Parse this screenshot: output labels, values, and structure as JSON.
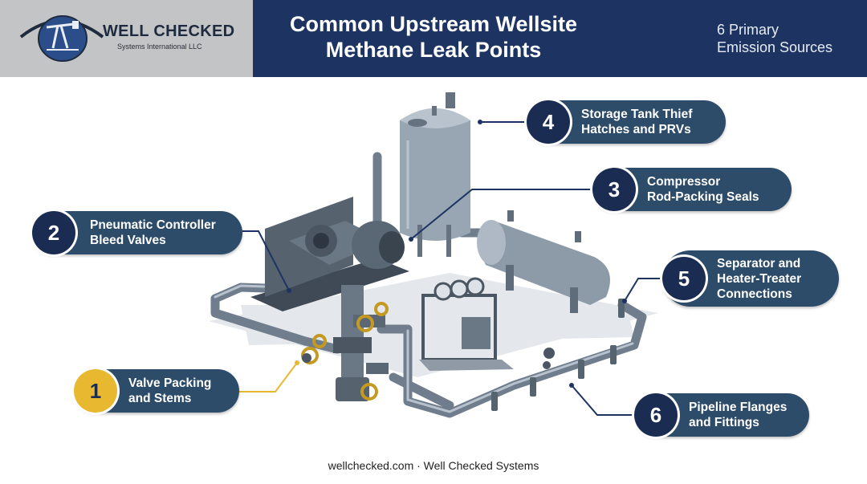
{
  "brand": {
    "name": "WELL CHECKED",
    "sub": "Systems International LLC"
  },
  "title": "Common Upstream Wellsite Methane Leak Points",
  "title_lines": [
    "Common Upstream Wellsite",
    "Methane Leak Points"
  ],
  "subtitle_lines": [
    "6 Primary",
    "Emission Sources"
  ],
  "callouts": [
    {
      "number": "1",
      "lines": [
        "Valve Packing",
        "and Stems"
      ]
    },
    {
      "number": "2",
      "lines": [
        "Pneumatic Controller",
        "Bleed Valves"
      ]
    },
    {
      "number": "3",
      "lines": [
        "Compressor",
        "Rod-Packing Seals"
      ]
    },
    {
      "number": "4",
      "lines": [
        "Storage Tank Thief",
        "Hatches and PRVs"
      ]
    },
    {
      "number": "5",
      "lines": [
        "Separator and",
        "Heater-Treater",
        "Connections"
      ]
    },
    {
      "number": "6",
      "lines": [
        "Pipeline Flanges",
        "and Fittings"
      ]
    }
  ],
  "footer": "wellchecked.com · Well Checked Systems",
  "colors": {
    "navy": "#1d3463",
    "callout": "#2d4c6a",
    "gold": "#e8b930",
    "steel": "#7e8d9d"
  }
}
